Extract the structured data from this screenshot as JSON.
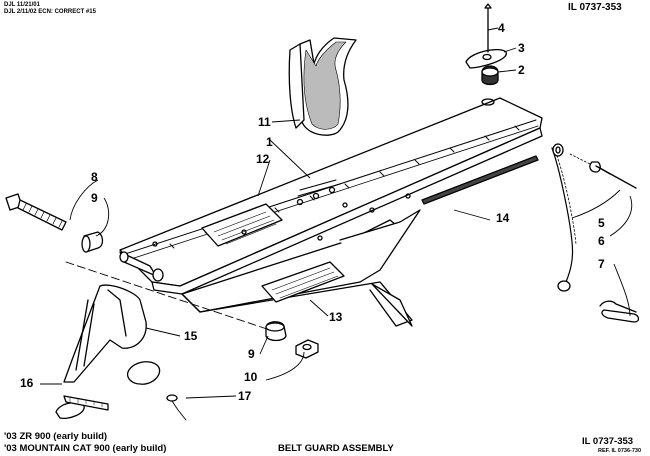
{
  "header": {
    "note_line1": "DJL 11/21/01",
    "note_line2": "DJL 2/11/02 ECN: CORRECT #15",
    "code": "IL 0737-353"
  },
  "callouts": {
    "c1": "1",
    "c2": "2",
    "c3": "3",
    "c4": "4",
    "c5": "5",
    "c6": "6",
    "c7": "7",
    "c8": "8",
    "c9a": "9",
    "c9b": "9",
    "c10": "10",
    "c11": "11",
    "c12": "12",
    "c13": "13",
    "c14": "14",
    "c15": "15",
    "c16": "16",
    "c17": "17"
  },
  "footer": {
    "model1": "'03 ZR 900 (early build)",
    "model2": "'03 MOUNTAIN CAT 900 (early build)",
    "title": "BELT GUARD ASSEMBLY",
    "code": "IL 0737-353",
    "ref": "REF. IL 0736-730"
  }
}
